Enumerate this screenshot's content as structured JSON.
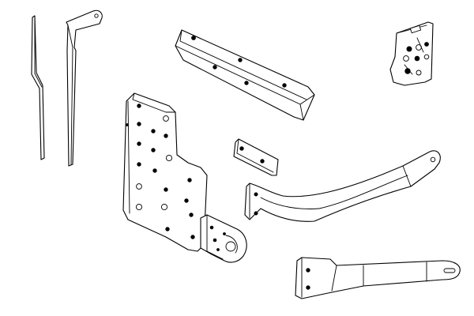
{
  "image": {
    "background": "#ffffff",
    "line_color": "#000000",
    "parts": [
      "straight-rod",
      "bent-rod",
      "long-angle-bracket",
      "small-flat-plate",
      "fastener-bag",
      "main-mounting-plate",
      "socket-bracket",
      "curved-arm",
      "lower-flat-bar"
    ]
  }
}
